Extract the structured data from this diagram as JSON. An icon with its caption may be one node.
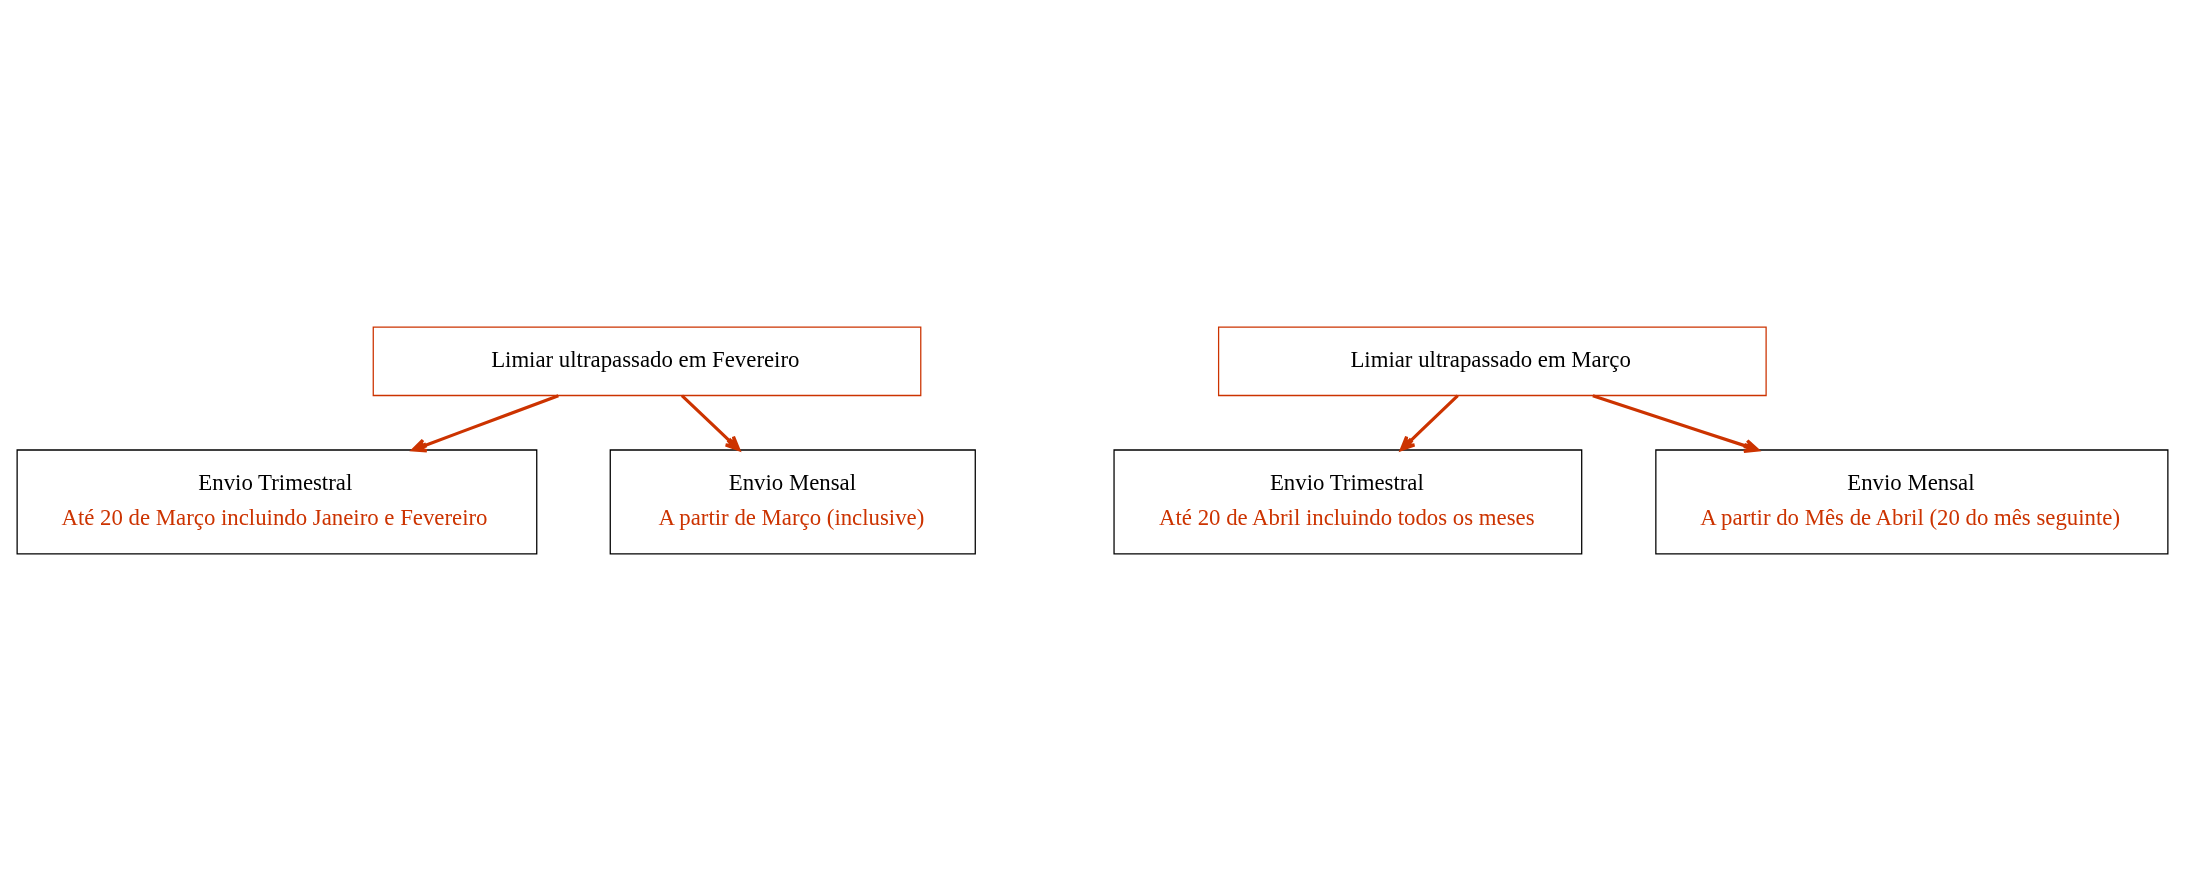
{
  "diagram": {
    "nodes": [
      {
        "text": [
          "Limiar ultrapassado em Fevereiro"
        ]
      },
      {
        "text": [
          "Envio Trimestral",
          "Até 20 de Março incluindo Janeiro e Fevereiro"
        ]
      },
      {
        "text": [
          "Envio Mensal",
          "A partir de Março (inclusive)"
        ]
      },
      {
        "text": [
          "Limiar ultrapassado em Março"
        ]
      },
      {
        "text": [
          "Envio Trimestral",
          "Até 20 de Abril incluindo todos os meses"
        ]
      },
      {
        "text": [
          "Envio Mensal",
          "A partir do Mês de Abril (20 do mês seguinte)"
        ]
      }
    ],
    "edges": [
      {
        "from": 0,
        "to": 1,
        "arrow": "to"
      },
      {
        "from": 0,
        "to": 2,
        "arrow": "to"
      },
      {
        "from": 3,
        "to": 4,
        "arrow": "to"
      },
      {
        "from": 3,
        "to": 5,
        "arrow": "to"
      }
    ]
  }
}
